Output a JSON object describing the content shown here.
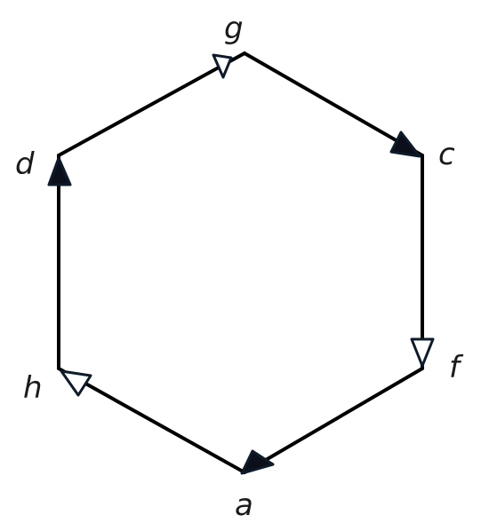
{
  "colors": {
    "edge": "#000000",
    "arrow_stroke": "#0d1b2a",
    "arrow_filled": "#0a0f1a",
    "arrow_hollow": "#ffffff",
    "label": "#1a1a1a"
  },
  "vertices": [
    {
      "id": "g",
      "label": "g"
    },
    {
      "id": "c",
      "label": "c"
    },
    {
      "id": "f",
      "label": "f"
    },
    {
      "id": "a",
      "label": "a"
    },
    {
      "id": "h",
      "label": "h"
    },
    {
      "id": "d",
      "label": "d"
    }
  ],
  "edges": [
    {
      "from": "g",
      "to": "c",
      "arrow": "filled"
    },
    {
      "from": "c",
      "to": "f",
      "arrow": "hollow"
    },
    {
      "from": "f",
      "to": "a",
      "arrow": "filled"
    },
    {
      "from": "a",
      "to": "h",
      "arrow": "hollow"
    },
    {
      "from": "h",
      "to": "d",
      "arrow": "filled"
    },
    {
      "from": "d",
      "to": "g",
      "arrow": "hollow"
    }
  ]
}
